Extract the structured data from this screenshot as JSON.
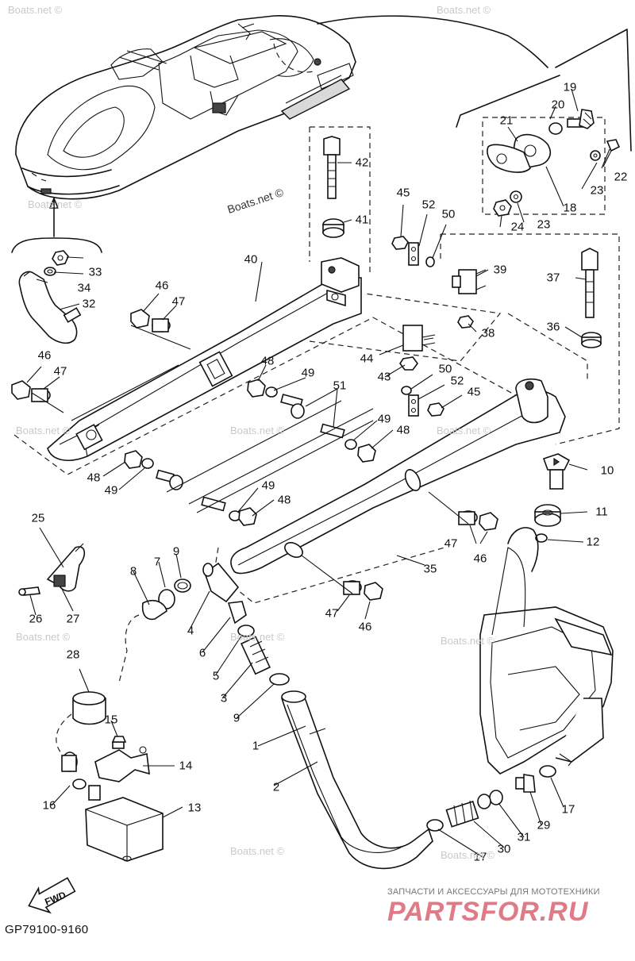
{
  "diagram_code": "GP79100-9160",
  "watermark": "Boats.net ©",
  "brand": {
    "tagline": "ЗАПЧАСТИ И АКСЕССУАРЫ ДЛЯ МОТОТЕХНИКИ",
    "logo": "PARTSFOR.RU",
    "logo_color": "#e07a86"
  },
  "fwd_label": "FWD",
  "callouts": {
    "c1": "1",
    "c2": "2",
    "c3": "3",
    "c4": "4",
    "c5": "5",
    "c6": "6",
    "c7": "7",
    "c8": "8",
    "c9a": "9",
    "c9b": "9",
    "c10": "10",
    "c11": "11",
    "c12": "12",
    "c13": "13",
    "c14": "14",
    "c15": "15",
    "c16": "16",
    "c17a": "17",
    "c17b": "17",
    "c18": "18",
    "c19": "19",
    "c20": "20",
    "c21": "21",
    "c22": "22",
    "c23a": "23",
    "c23b": "23",
    "c24": "24",
    "c25": "25",
    "c26": "26",
    "c27": "27",
    "c28": "28",
    "c29": "29",
    "c30": "30",
    "c31": "31",
    "c32": "32",
    "c33": "33",
    "c34": "34",
    "c35": "35",
    "c36": "36",
    "c37": "37",
    "c38": "38",
    "c39": "39",
    "c40": "40",
    "c41": "41",
    "c42": "42",
    "c43": "43",
    "c44": "44",
    "c45a": "45",
    "c45b": "45",
    "c46a": "46",
    "c46b": "46",
    "c46c": "46",
    "c46d": "46",
    "c47a": "47",
    "c47b": "47",
    "c47c": "47",
    "c47d": "47",
    "c48a": "48",
    "c48b": "48",
    "c48c": "48",
    "c48d": "48",
    "c49a": "49",
    "c49b": "49",
    "c49c": "49",
    "c49d": "49",
    "c50a": "50",
    "c50b": "50",
    "c51": "51",
    "c52a": "52",
    "c52b": "52"
  }
}
